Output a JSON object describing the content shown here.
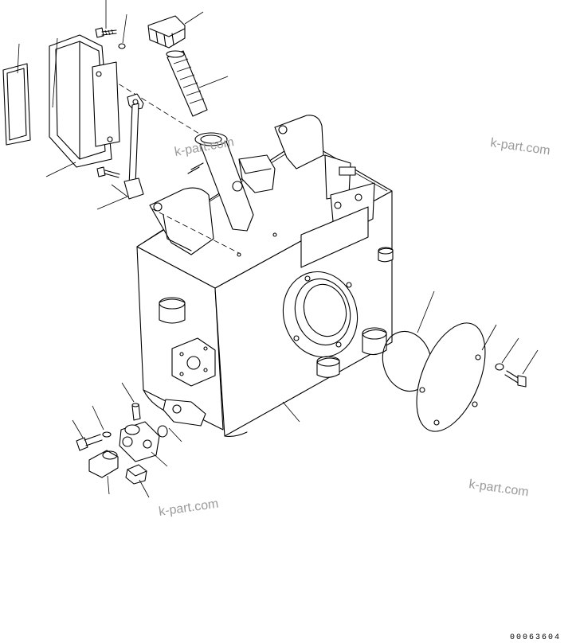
{
  "watermarks": [
    "k-part.com",
    "k-part.com",
    "k-part.com",
    "k-part.com"
  ],
  "drawing_code": "00063604",
  "colors": {
    "line": "#000000",
    "watermark": "#9a9a9a",
    "background": "#ffffff"
  }
}
